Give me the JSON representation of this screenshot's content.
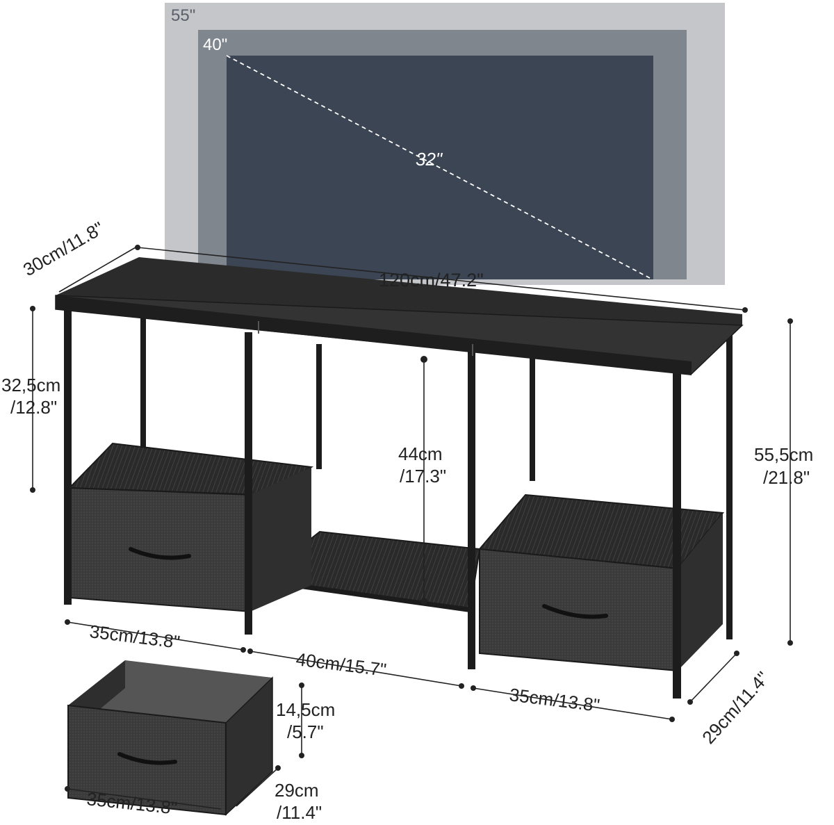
{
  "tv_sizes": {
    "large": "55\"",
    "medium": "40\"",
    "small": "32\""
  },
  "colors": {
    "tv_55": "#c4c6c9",
    "tv_40": "#7f858c",
    "tv_32": "#3a4452",
    "furniture_top": "#2b2b2b",
    "frame": "#1c1c1c",
    "fabric_drawer": "#3a3a3a",
    "dimension_lines": "#222222"
  },
  "dimensions": {
    "depth_top": "30cm/11.8\"",
    "width_total": "120cm/47.2\"",
    "side_opening_h_line1": "32,5cm",
    "side_opening_h_line2": "/12.8\"",
    "middle_opening_h_line1": "44cm",
    "middle_opening_h_line2": "/17.3\"",
    "total_height_line1": "55,5cm",
    "total_height_line2": "/21.8\"",
    "left_section_w": "35cm/13.8\"",
    "middle_section_w": "40cm/15.7\"",
    "right_section_w": "35cm/13.8\"",
    "depth_bottom": "29cm/11.4\""
  },
  "drawer": {
    "height_line1": "14,5cm",
    "height_line2": "/5.7\"",
    "width": "35cm/13.8\"",
    "depth_line1": "29cm",
    "depth_line2": "/11.4\""
  }
}
